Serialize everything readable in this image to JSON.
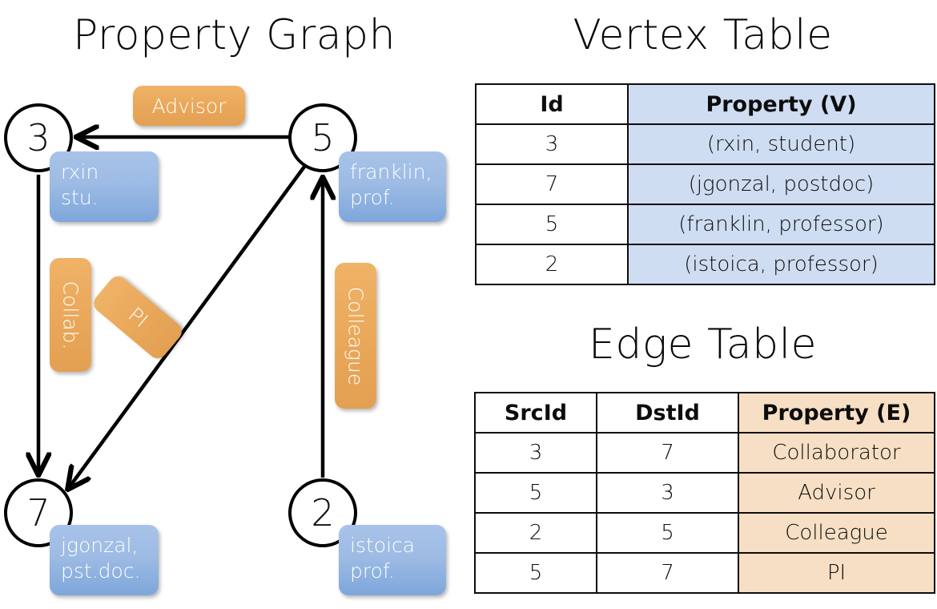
{
  "titles": {
    "property_graph": "Property Graph",
    "vertex_table": "Vertex Table",
    "edge_table": "Edge Table"
  },
  "graph": {
    "nodes": [
      {
        "id": "3",
        "property": "rxin\nstu."
      },
      {
        "id": "5",
        "property": "franklin,\nprof."
      },
      {
        "id": "7",
        "property": "jgonzal,\npst.doc."
      },
      {
        "id": "2",
        "property": "istoica\nprof."
      }
    ],
    "edge_labels": [
      {
        "name": "advisor",
        "text": "Advisor"
      },
      {
        "name": "collab",
        "text": "Collab."
      },
      {
        "name": "pi",
        "text": "PI"
      },
      {
        "name": "colleague",
        "text": "Colleague"
      }
    ]
  },
  "vertex_table": {
    "headers": [
      "Id",
      "Property (V)"
    ],
    "rows": [
      [
        "3",
        "(rxin, student)"
      ],
      [
        "7",
        "(jgonzal, postdoc)"
      ],
      [
        "5",
        "(franklin, professor)"
      ],
      [
        "2",
        "(istoica, professor)"
      ]
    ]
  },
  "edge_table": {
    "headers": [
      "SrcId",
      "DstId",
      "Property (E)"
    ],
    "rows": [
      [
        "3",
        "7",
        "Collaborator"
      ],
      [
        "5",
        "3",
        "Advisor"
      ],
      [
        "2",
        "5",
        "Colleague"
      ],
      [
        "5",
        "7",
        "PI"
      ]
    ]
  },
  "colors": {
    "vertex_property_fill": "#cfddf2",
    "edge_property_fill": "#f6dfc4",
    "blue_callout": "#9dbbe4",
    "orange_callout": "#eaa85b",
    "stroke": "#000000",
    "background": "#ffffff"
  }
}
